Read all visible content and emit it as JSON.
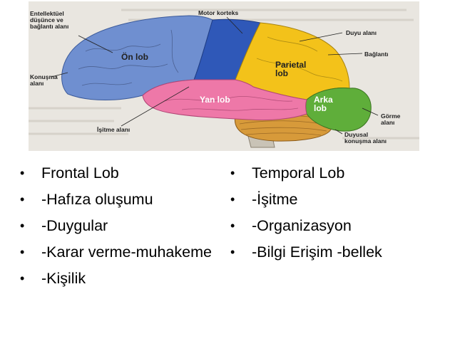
{
  "figure": {
    "labels": {
      "entelektuel": "Entellektüel\ndüşünce ve\nbağlantı alanı",
      "motor": "Motor korteks",
      "duyu": "Duyu alanı",
      "baglanti": "Bağlantı",
      "konusma": "Konuşma\nalanı",
      "isitme": "İşitme alanı",
      "gorme": "Görme\nalanı",
      "duyusal": "Duyusal\nkonuşma alanı"
    },
    "lobes": {
      "on": "Ön lob",
      "parietal": "Parietal\nlob",
      "yan": "Yan lob",
      "arka": "Arka\nlob"
    }
  },
  "lists": {
    "left": [
      "Frontal Lob",
      "-Hafıza oluşumu",
      "-Duygular",
      "-Karar verme-muhakeme",
      "-Kişilik"
    ],
    "right": [
      "Temporal Lob",
      "-İşitme",
      "-Organizasyon",
      "-Bilgi Erişim -bellek"
    ]
  },
  "bullet": "•",
  "colors": {
    "frontal": "#6f8fd0",
    "motor": "#2f58b8",
    "parietal": "#f3c21a",
    "temporal": "#ee78a8",
    "occipital": "#5fae3a",
    "cerebellum": "#d79a3a",
    "stem": "#c9c3b6"
  }
}
